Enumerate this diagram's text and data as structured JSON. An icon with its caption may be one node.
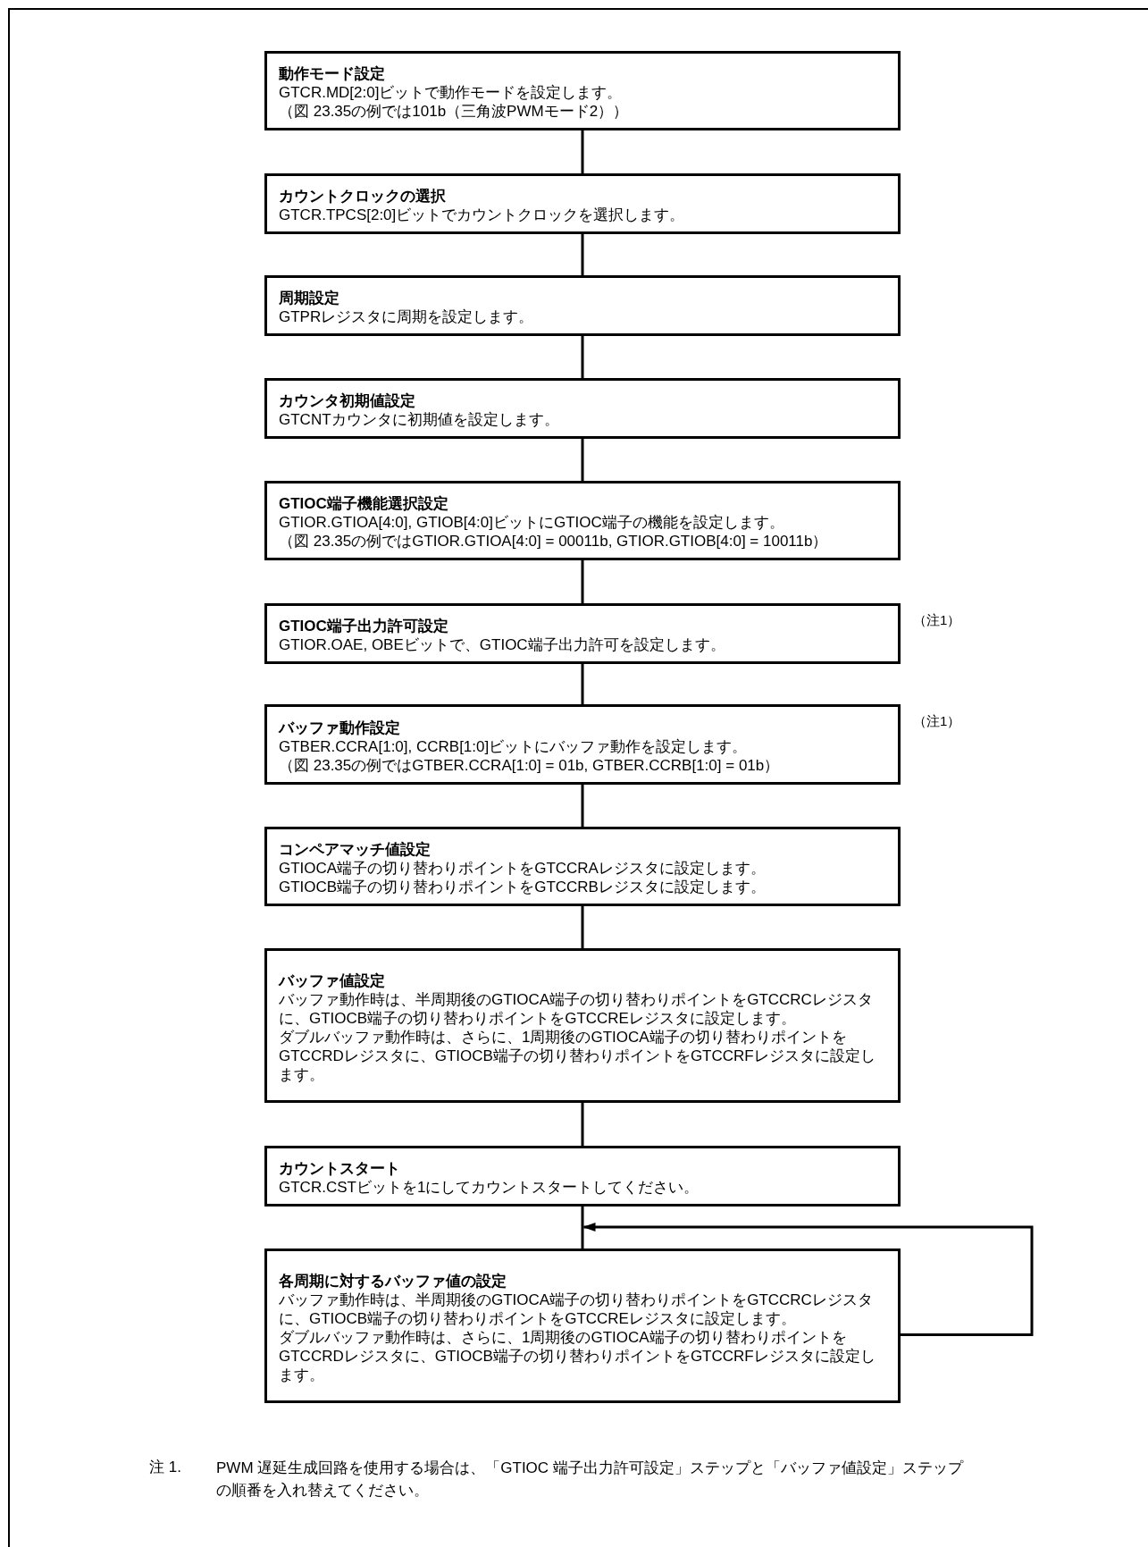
{
  "diagram": {
    "nodes": [
      {
        "text": [
          "動作モード設定",
          "GTCR.MD[2:0]ビットで動作モードを設定します。",
          "（図 23.35の例では101b（三角波PWMモード2））"
        ]
      },
      {
        "text": [
          "カウントクロックの選択",
          "GTCR.TPCS[2:0]ビットでカウントクロックを選択します。"
        ]
      },
      {
        "text": [
          "周期設定",
          "GTPRレジスタに周期を設定します。"
        ]
      },
      {
        "text": [
          "カウンタ初期値設定",
          "GTCNTカウンタに初期値を設定します。"
        ]
      },
      {
        "text": [
          "GTIOC端子機能選択設定",
          "GTIOR.GTIOA[4:0], GTIOB[4:0]ビットにGTIOC端子の機能を設定します。",
          "（図 23.35の例ではGTIOR.GTIOA[4:0] = 00011b, GTIOR.GTIOB[4:0] = 10011b）"
        ]
      },
      {
        "text": [
          "GTIOC端子出力許可設定",
          "GTIOR.OAE, OBEビットで、GTIOC端子出力許可を設定します。"
        ],
        "beside": [
          "（注1）"
        ]
      },
      {
        "text": [
          "バッファ動作設定",
          "GTBER.CCRA[1:0], CCRB[1:0]ビットにバッファ動作を設定します。",
          "（図 23.35の例ではGTBER.CCRA[1:0] = 01b, GTBER.CCRB[1:0] = 01b）"
        ],
        "beside": [
          "（注1）"
        ]
      },
      {
        "text": [
          "コンペアマッチ値設定",
          "GTIOCA端子の切り替わりポイントをGTCCRAレジスタに設定します。",
          "GTIOCB端子の切り替わりポイントをGTCCRBレジスタに設定します。"
        ]
      },
      {
        "text": [
          "バッファ値設定",
          "バッファ動作時は、半周期後のGTIOCA端子の切り替わりポイントをGTCCRCレジスタに、GTIOCB端子の切り替わりポイントをGTCCREレジスタに設定します。",
          "ダブルバッファ動作時は、さらに、1周期後のGTIOCA端子の切り替わりポイントをGTCCRDレジスタに、GTIOCB端子の切り替わりポイントをGTCCRFレジスタに設定します。"
        ]
      },
      {
        "text": [
          "カウントスタート",
          "GTCR.CSTビットを1にしてカウントスタートしてください。"
        ]
      },
      {
        "text": [
          "各周期に対するバッファ値の設定",
          "バッファ動作時は、半周期後のGTIOCA端子の切り替わりポイントをGTCCRCレジスタに、GTIOCB端子の切り替わりポイントをGTCCREレジスタに設定します。",
          "ダブルバッファ動作時は、さらに、1周期後のGTIOCA端子の切り替わりポイントをGTCCRDレジスタに、GTIOCB端子の切り替わりポイントをGTCCRFレジスタに設定します。"
        ]
      }
    ],
    "edges": [
      {
        "from": 0,
        "to": 1,
        "arrow": "none"
      },
      {
        "from": 1,
        "to": 2,
        "arrow": "none"
      },
      {
        "from": 2,
        "to": 3,
        "arrow": "none"
      },
      {
        "from": 3,
        "to": 4,
        "arrow": "none"
      },
      {
        "from": 4,
        "to": 5,
        "arrow": "none"
      },
      {
        "from": 5,
        "to": 6,
        "arrow": "none"
      },
      {
        "from": 6,
        "to": 7,
        "arrow": "none"
      },
      {
        "from": 7,
        "to": 8,
        "arrow": "none"
      },
      {
        "from": 8,
        "to": 9,
        "arrow": "none"
      },
      {
        "from": 9,
        "to": 10,
        "arrow": "none"
      },
      {
        "from": 10,
        "to": 10,
        "arrow": "to"
      }
    ],
    "labels": [
      "注 1.",
      "PWM 遅延生成回路を使用する場合は、「GTIOC 端子出力許可設定」ステップと「バッファ値設定」ステップの順番を入れ替えてください。"
    ]
  }
}
